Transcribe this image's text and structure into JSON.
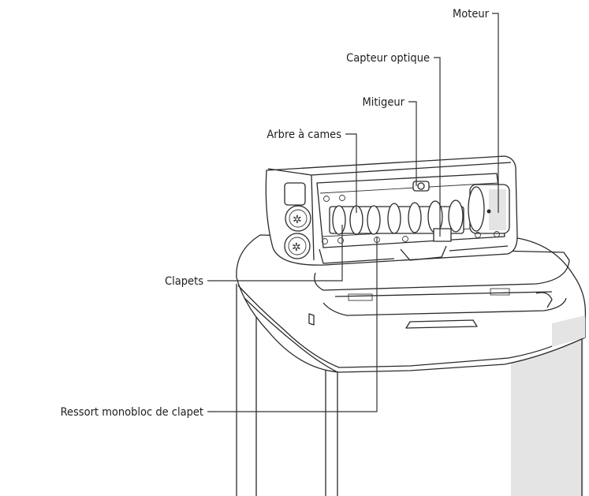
{
  "labels": {
    "moteur": "Moteur",
    "capteur_optique": "Capteur optique",
    "mitigeur": "Mitigeur",
    "arbre_a_cames": "Arbre à cames",
    "clapets": "Clapets",
    "ressort": "Ressort monobloc de clapet"
  },
  "colors": {
    "line": "#2a2a2a",
    "shade": "#e4e4e4",
    "background": "#ffffff"
  }
}
